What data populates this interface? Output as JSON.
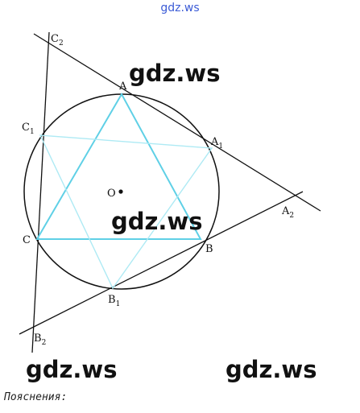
{
  "watermark": "gdz.ws",
  "caption": "Пояснения:",
  "labels": {
    "A": "A",
    "B": "B",
    "C": "C",
    "O": "O",
    "A1": "A",
    "A1_sub": "1",
    "A2": "A",
    "A2_sub": "2",
    "B1": "B",
    "B1_sub": "1",
    "B2": "B",
    "B2_sub": "2",
    "C1": "C",
    "C1_sub": "1",
    "C2": "C",
    "C2_sub": "2"
  },
  "colors": {
    "line": "#111111",
    "triangle": "#5fd0e6",
    "watermark_top": "#3b5bd6"
  }
}
